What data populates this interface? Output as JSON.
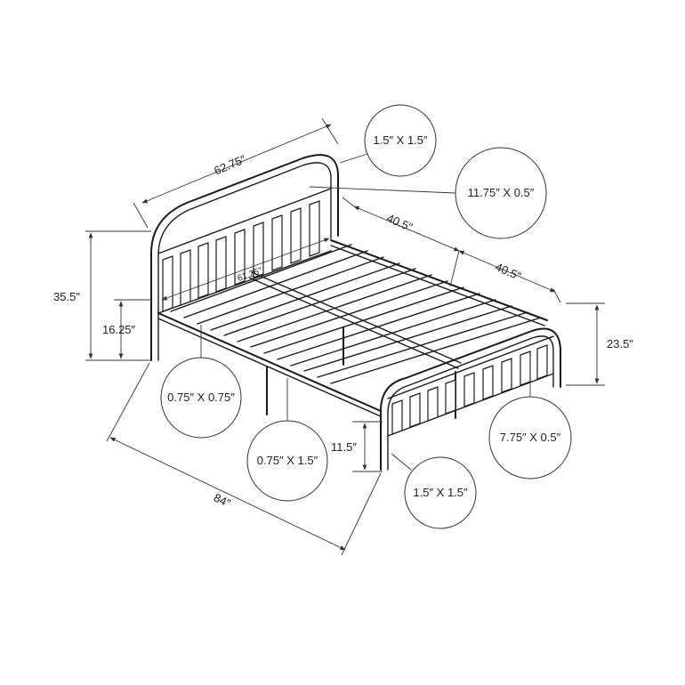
{
  "dimensions": {
    "headboard_width": "62.75″",
    "inner_width": "61.25″",
    "half_length_1": "40.5″",
    "half_length_2": "40.5″",
    "overall_height": "35.5″",
    "rail_height": "16.25″",
    "footboard_height": "23.5″",
    "leg_clearance": "11.5″",
    "overall_length": "84″"
  },
  "callouts": {
    "headboard_post": "1.5″ X 1.5″",
    "headboard_panel": "11.75″ X 0.5″",
    "center_leg": "0.75″ X 0.75″",
    "side_rail": "0.75″ X 1.5″",
    "footboard_panel": "7.75″ X 0.5″",
    "footboard_post": "1.5″ X 1.5″"
  },
  "colors": {
    "line": "#1a1a1a",
    "background": "#ffffff"
  }
}
